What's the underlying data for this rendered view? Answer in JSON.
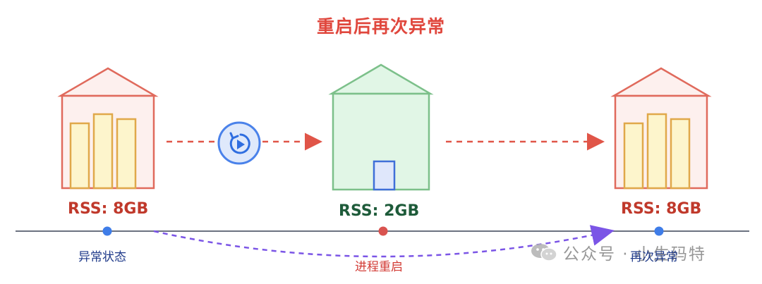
{
  "title": "重启后再次异常",
  "states": [
    {
      "rss_label": "RSS: 8GB"
    },
    {
      "rss_label": "RSS: 2GB"
    },
    {
      "rss_label": "RSS: 8GB"
    }
  ],
  "timeline": {
    "labels": {
      "abnormal_state": "异常状态",
      "process_restart": "进程重启",
      "abnormal_again": "再次异常"
    }
  },
  "watermark": {
    "text": "公众号 · 小生码特"
  },
  "icons": {
    "restart": "restart-icon",
    "wechat": "wechat-icon"
  },
  "colors": {
    "title_red": "#e0473d",
    "house_red": "#e06a5c",
    "house_red_fill": "#fdf0ee",
    "house_green": "#7cc08a",
    "house_green_fill": "#e1f6e6",
    "bar_stroke": "#e0a84a",
    "bar_fill": "#fdf5cc",
    "door_stroke": "#3f6fd8",
    "door_fill": "#dfe7fb",
    "arrow_red": "#e05548",
    "arrow_purple": "#7b55e6",
    "timeline_gray": "#6b7280",
    "dot_blue": "#3f7de8",
    "dot_red": "#d9534f"
  }
}
